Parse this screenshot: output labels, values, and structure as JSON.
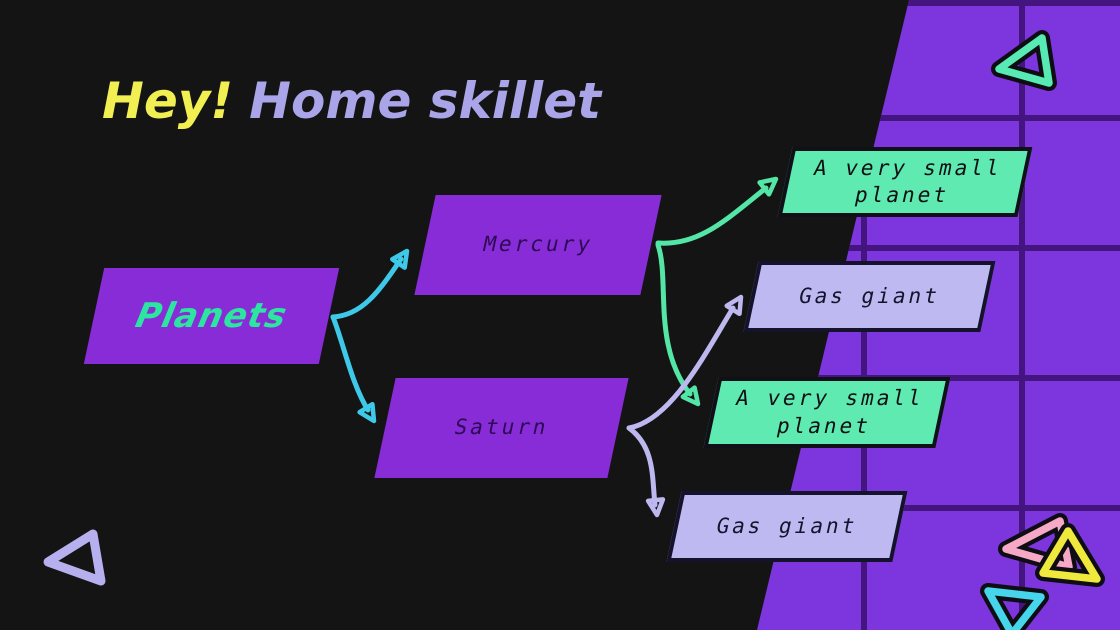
{
  "slide": {
    "title": {
      "accent": "Hey!",
      "rest": "Home skillet"
    }
  },
  "colors": {
    "background": "#141414",
    "panel_purple": "#7d36dd",
    "grid_line": "#44157e",
    "node_purple": "#872cd6",
    "node_mint": "#5feab1",
    "node_lavender": "#bfb9f2",
    "title_yellow": "#f2ef52",
    "title_lavender": "#aaa5e9",
    "planets_text": "#2ce5a1"
  },
  "diagram": {
    "nodes": [
      {
        "id": "planets",
        "label": "Planets",
        "fill": "#872cd6",
        "text_color": "#2ce5a1"
      },
      {
        "id": "mercury",
        "label": "Mercury",
        "fill": "#872cd6",
        "text_color": "#2c0a55"
      },
      {
        "id": "saturn",
        "label": "Saturn",
        "fill": "#872cd6",
        "text_color": "#2c0a55"
      },
      {
        "id": "small-planet-top",
        "label": "A very small planet",
        "fill": "#5feab1",
        "text_color": "#101014"
      },
      {
        "id": "gas-giant-top",
        "label": "Gas giant",
        "fill": "#bfb9f2",
        "text_color": "#16132c"
      },
      {
        "id": "small-planet-bottom",
        "label": "A very small planet",
        "fill": "#5feab1",
        "text_color": "#101014"
      },
      {
        "id": "gas-giant-bottom",
        "label": "Gas giant",
        "fill": "#bfb9f2",
        "text_color": "#16132c"
      }
    ],
    "edges": [
      {
        "from": "Planets",
        "to": "Mercury",
        "color": "#3fc9e9"
      },
      {
        "from": "Planets",
        "to": "Saturn",
        "color": "#3fc9e9"
      },
      {
        "from": "Mercury",
        "to": "A very small planet (top)",
        "color": "#54e6a6"
      },
      {
        "from": "Mercury",
        "to": "A very small planet (bottom)",
        "color": "#54e6a6"
      },
      {
        "from": "Saturn",
        "to": "Gas giant (top)",
        "color": "#beb8f1"
      },
      {
        "from": "Saturn",
        "to": "Gas giant (bottom)",
        "color": "#beb8f1"
      }
    ]
  },
  "decorations": {
    "triangles": [
      {
        "id": "teal-top-right",
        "color": "#57eab2",
        "outlined": true
      },
      {
        "id": "lavender-bottom-left",
        "color": "#b6b0ee",
        "outlined": false
      },
      {
        "id": "pink-bottom-right",
        "color": "#f5a9c6",
        "outlined": true
      },
      {
        "id": "yellow-bottom-right",
        "color": "#efe93e",
        "outlined": true
      },
      {
        "id": "cyan-bottom-right",
        "color": "#46d5ea",
        "outlined": true
      }
    ]
  }
}
